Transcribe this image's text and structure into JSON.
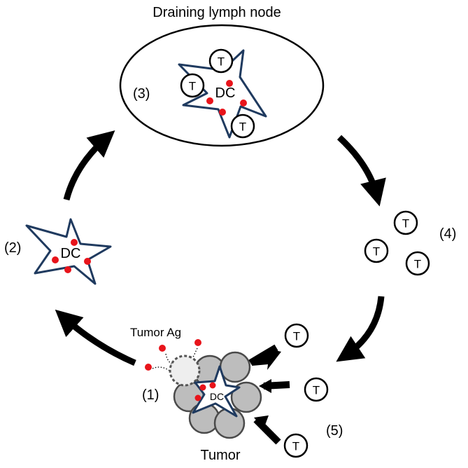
{
  "labels": {
    "lymph_node": "Draining lymph node",
    "step1": "(1)",
    "step2": "(2)",
    "step3": "(3)",
    "step4": "(4)",
    "step5": "(5)",
    "tumor_ag": "Tumor Ag",
    "tumor": "Tumor",
    "dc": "DC",
    "t_cell": "T"
  },
  "colors": {
    "antigen": "#e8141b",
    "dc_outline": "#1f3a5f",
    "tumor_cell_fill": "#bdbdbd",
    "tumor_cell_outline": "#4a4a4a",
    "dying_cell_fill": "#eeeeee"
  }
}
